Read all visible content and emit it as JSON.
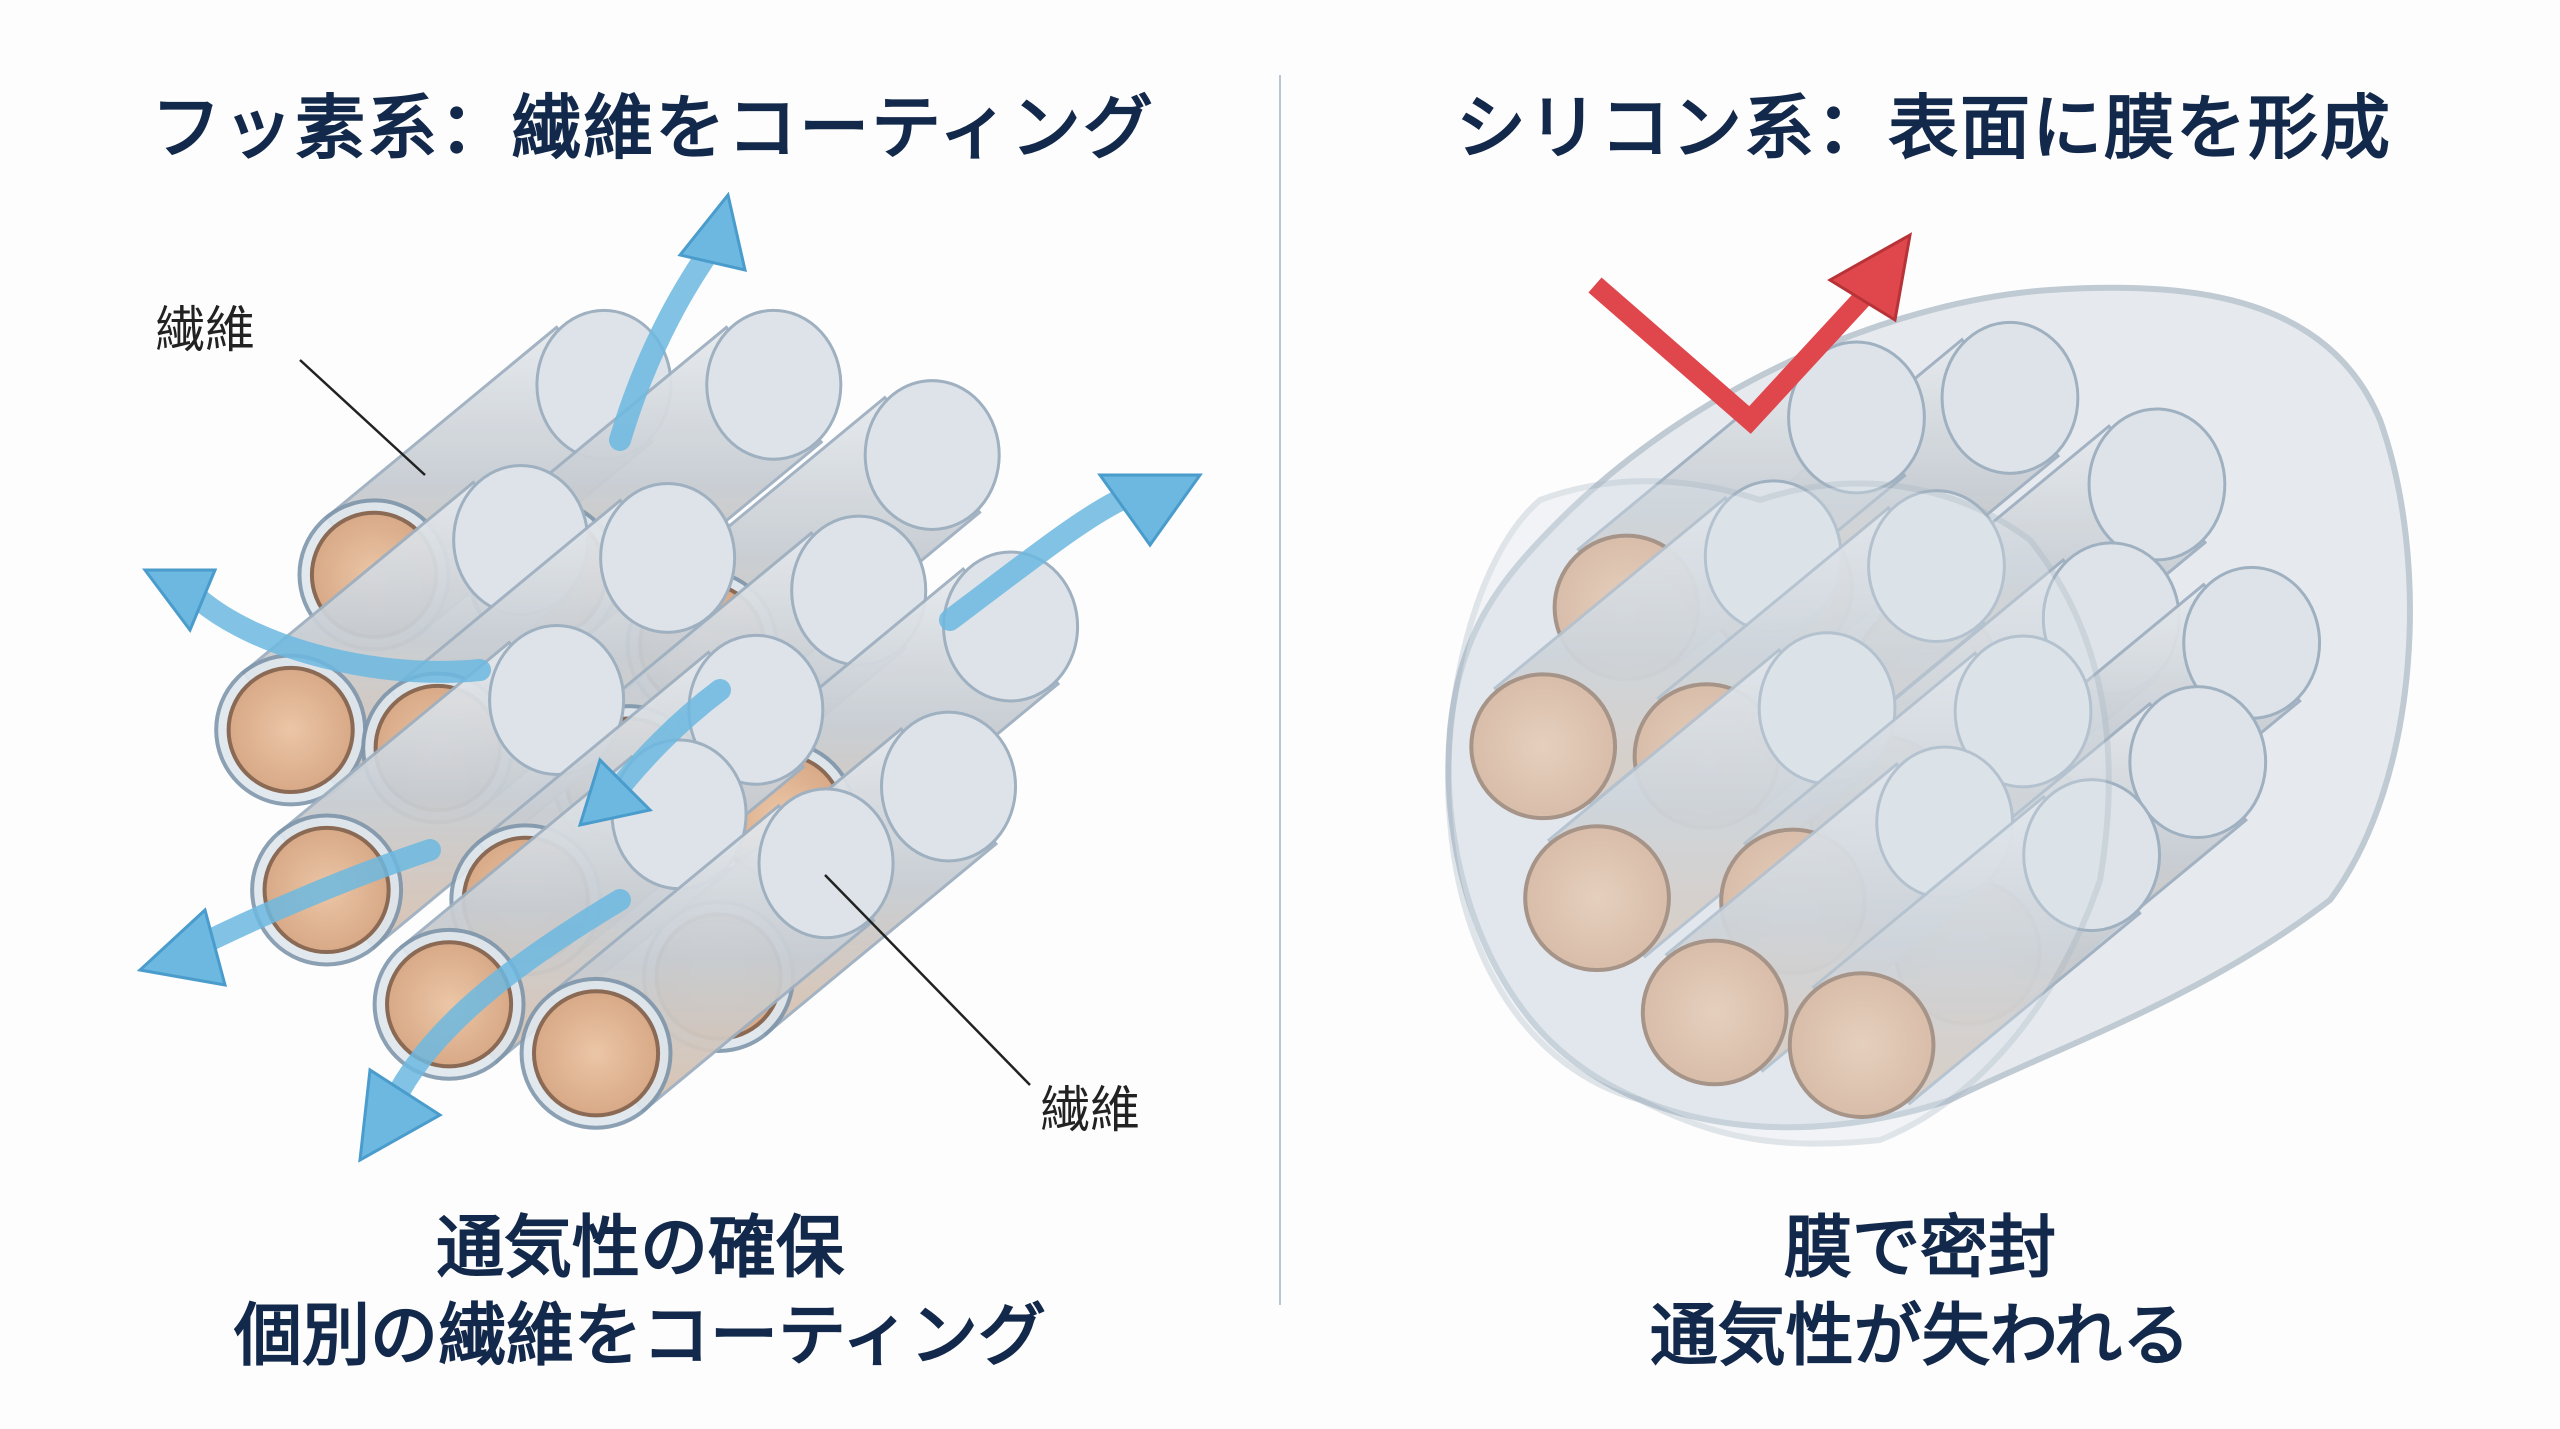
{
  "left_panel": {
    "title": "フッ素系：繊維をコーティング",
    "fiber_label_top": "繊維",
    "fiber_label_bottom": "繊維",
    "caption_line1": "通気性の確保",
    "caption_line2": "個別の繊維をコーティング",
    "arrow_color": "#6cb8e0"
  },
  "right_panel": {
    "title": "シリコン系：表面に膜を形成",
    "caption_line1": "膜で密封",
    "caption_line2": "通気性が失われる",
    "arrow_color": "#e0474c"
  },
  "colors": {
    "text": "#13294b",
    "fiber_end": "#e3b898",
    "sheath": "#c9d3dc"
  }
}
